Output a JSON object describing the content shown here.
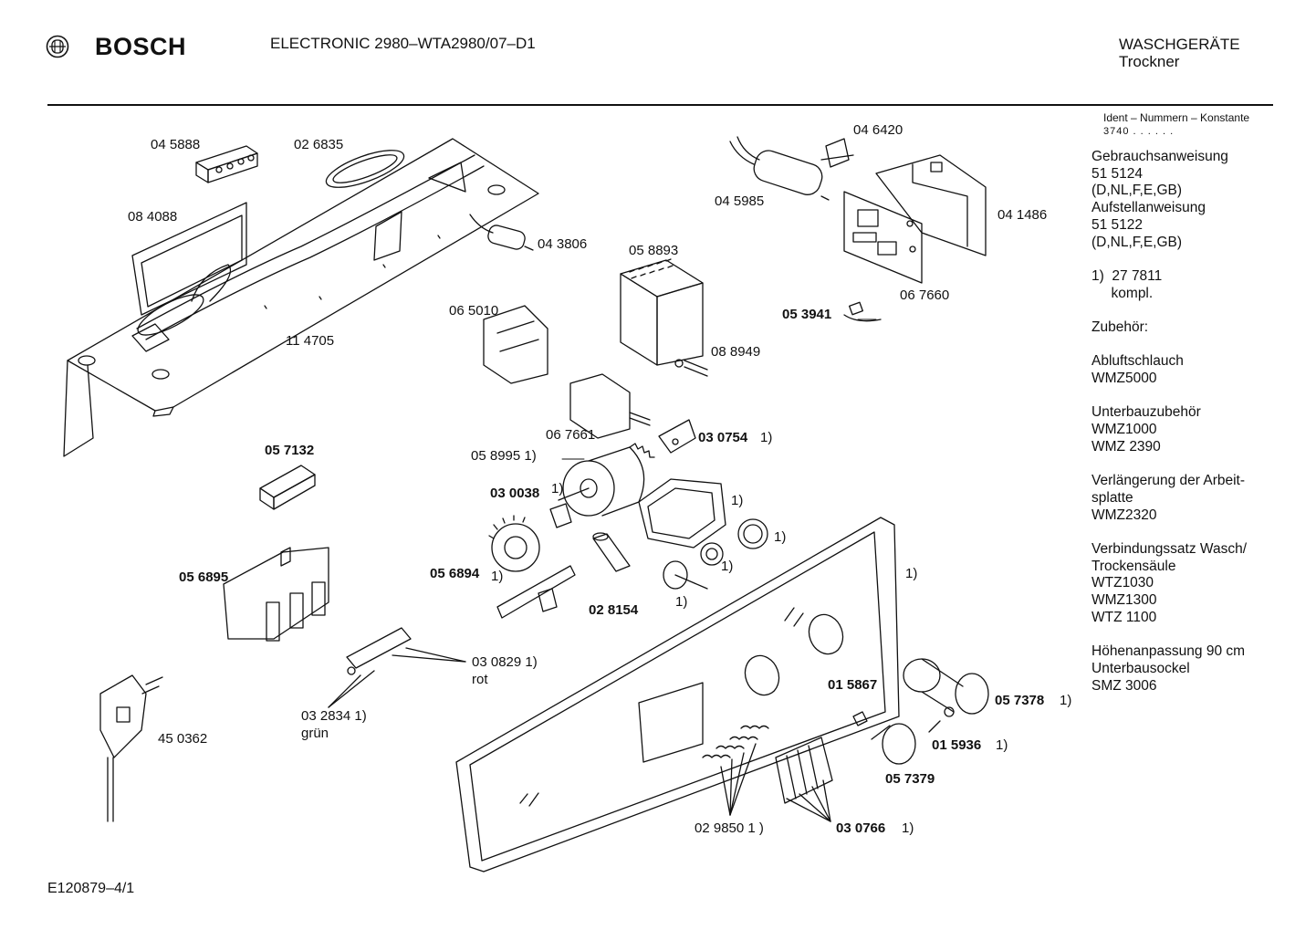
{
  "header": {
    "brand": "BOSCH",
    "model": "ELECTRONIC 2980–WTA2980/07–D1",
    "category": "WASCHGERÄTE",
    "subcategory": "Trockner",
    "logo_icon": "bosch-armature-icon"
  },
  "ident": {
    "title": "Ident – Nummern – Konstante",
    "constant": "3740 . . . . . ."
  },
  "side_notes": [
    "Gebrauchsanweisung",
    "51 5124",
    "(D,NL,F,E,GB)",
    "Aufstellanweisung",
    "51 5122",
    "(D,NL,F,E,GB)",
    "",
    "1)  27 7811",
    "     kompl.",
    "",
    "Zubehör:",
    "",
    "Abluftschlauch",
    "WMZ5000",
    "",
    "Unterbauzubehör",
    "WMZ1000",
    "WMZ 2390",
    "",
    "Verlängerung der Arbeit-",
    "splatte",
    "WMZ2320",
    "",
    "Verbindungssatz Wasch/",
    "Trockensäule",
    "WTZ1030",
    "WMZ1300",
    "WTZ 1100",
    "",
    "Höhenanpassung 90 cm",
    "Unterbausockel",
    "SMZ 3006"
  ],
  "parts": [
    {
      "text": "04 5888",
      "bold": false
    },
    {
      "text": "02 6835",
      "bold": false
    },
    {
      "text": "08 4088",
      "bold": false
    },
    {
      "text": "04 3806",
      "bold": false
    },
    {
      "text": "11 4705",
      "bold": false
    },
    {
      "text": "05 8893",
      "bold": false
    },
    {
      "text": "06 5010",
      "bold": false
    },
    {
      "text": "08 8949",
      "bold": false
    },
    {
      "text": "04 6420",
      "bold": false
    },
    {
      "text": "04 5985",
      "bold": false
    },
    {
      "text": "04 1486",
      "bold": false
    },
    {
      "text": "06 7660",
      "bold": false
    },
    {
      "text": "05 3941",
      "bold": true
    },
    {
      "text": "06 7661",
      "bold": false
    },
    {
      "text": "03 0754",
      "bold": true
    },
    {
      "text": "1)",
      "bold": false
    },
    {
      "text": "05 8995 1)",
      "bold": false
    },
    {
      "text": "05 7132",
      "bold": true
    },
    {
      "text": "03 0038",
      "bold": true
    },
    {
      "text": "1)",
      "bold": false
    },
    {
      "text": "1)",
      "bold": false
    },
    {
      "text": "1)",
      "bold": false
    },
    {
      "text": "05 6895",
      "bold": true
    },
    {
      "text": "05 6894",
      "bold": true
    },
    {
      "text": "1)",
      "bold": false
    },
    {
      "text": "1)",
      "bold": false
    },
    {
      "text": "1)",
      "bold": false
    },
    {
      "text": "02 8154",
      "bold": true
    },
    {
      "text": "1)",
      "bold": false
    },
    {
      "text": "03 0829 1)",
      "bold": false
    },
    {
      "text": "rot",
      "bold": false
    },
    {
      "text": "03 2834 1)",
      "bold": false
    },
    {
      "text": "grün",
      "bold": false
    },
    {
      "text": "45 0362",
      "bold": false
    },
    {
      "text": "01 5867",
      "bold": true
    },
    {
      "text": "05 7378",
      "bold": true
    },
    {
      "text": "1)",
      "bold": false
    },
    {
      "text": "01 5936",
      "bold": true
    },
    {
      "text": "1)",
      "bold": false
    },
    {
      "text": "05 7379",
      "bold": true
    },
    {
      "text": "02 9850 1 )",
      "bold": false
    },
    {
      "text": "03 0766",
      "bold": true
    },
    {
      "text": "1)",
      "bold": false
    }
  ],
  "footer": {
    "code": "E120879–4/1"
  },
  "colors": {
    "ink": "#111111",
    "paper": "#ffffff"
  }
}
